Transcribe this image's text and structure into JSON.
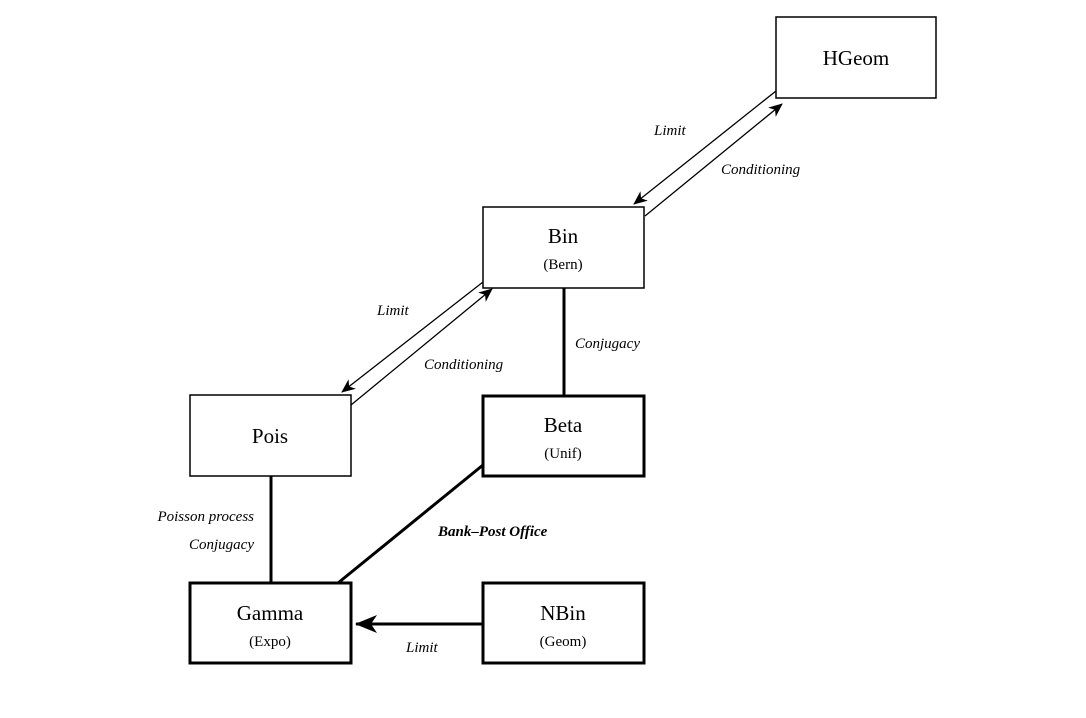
{
  "nodes": {
    "hgeom": {
      "title": "HGeom",
      "sub": ""
    },
    "bin": {
      "title": "Bin",
      "sub": "(Bern)"
    },
    "pois": {
      "title": "Pois",
      "sub": ""
    },
    "beta": {
      "title": "Beta",
      "sub": "(Unif)"
    },
    "gamma": {
      "title": "Gamma",
      "sub": "(Expo)"
    },
    "nbin": {
      "title": "NBin",
      "sub": "(Geom)"
    }
  },
  "edges": {
    "hgeom_bin_limit": "Limit",
    "bin_hgeom_conditioning": "Conditioning",
    "bin_pois_limit": "Limit",
    "pois_bin_conditioning": "Conditioning",
    "bin_beta_conjugacy": "Conjugacy",
    "pois_gamma_poisson_process": "Poisson process",
    "pois_gamma_conjugacy": "Conjugacy",
    "beta_gamma_bank_post_office": "Bank–Post Office",
    "nbin_gamma_limit": "Limit"
  }
}
